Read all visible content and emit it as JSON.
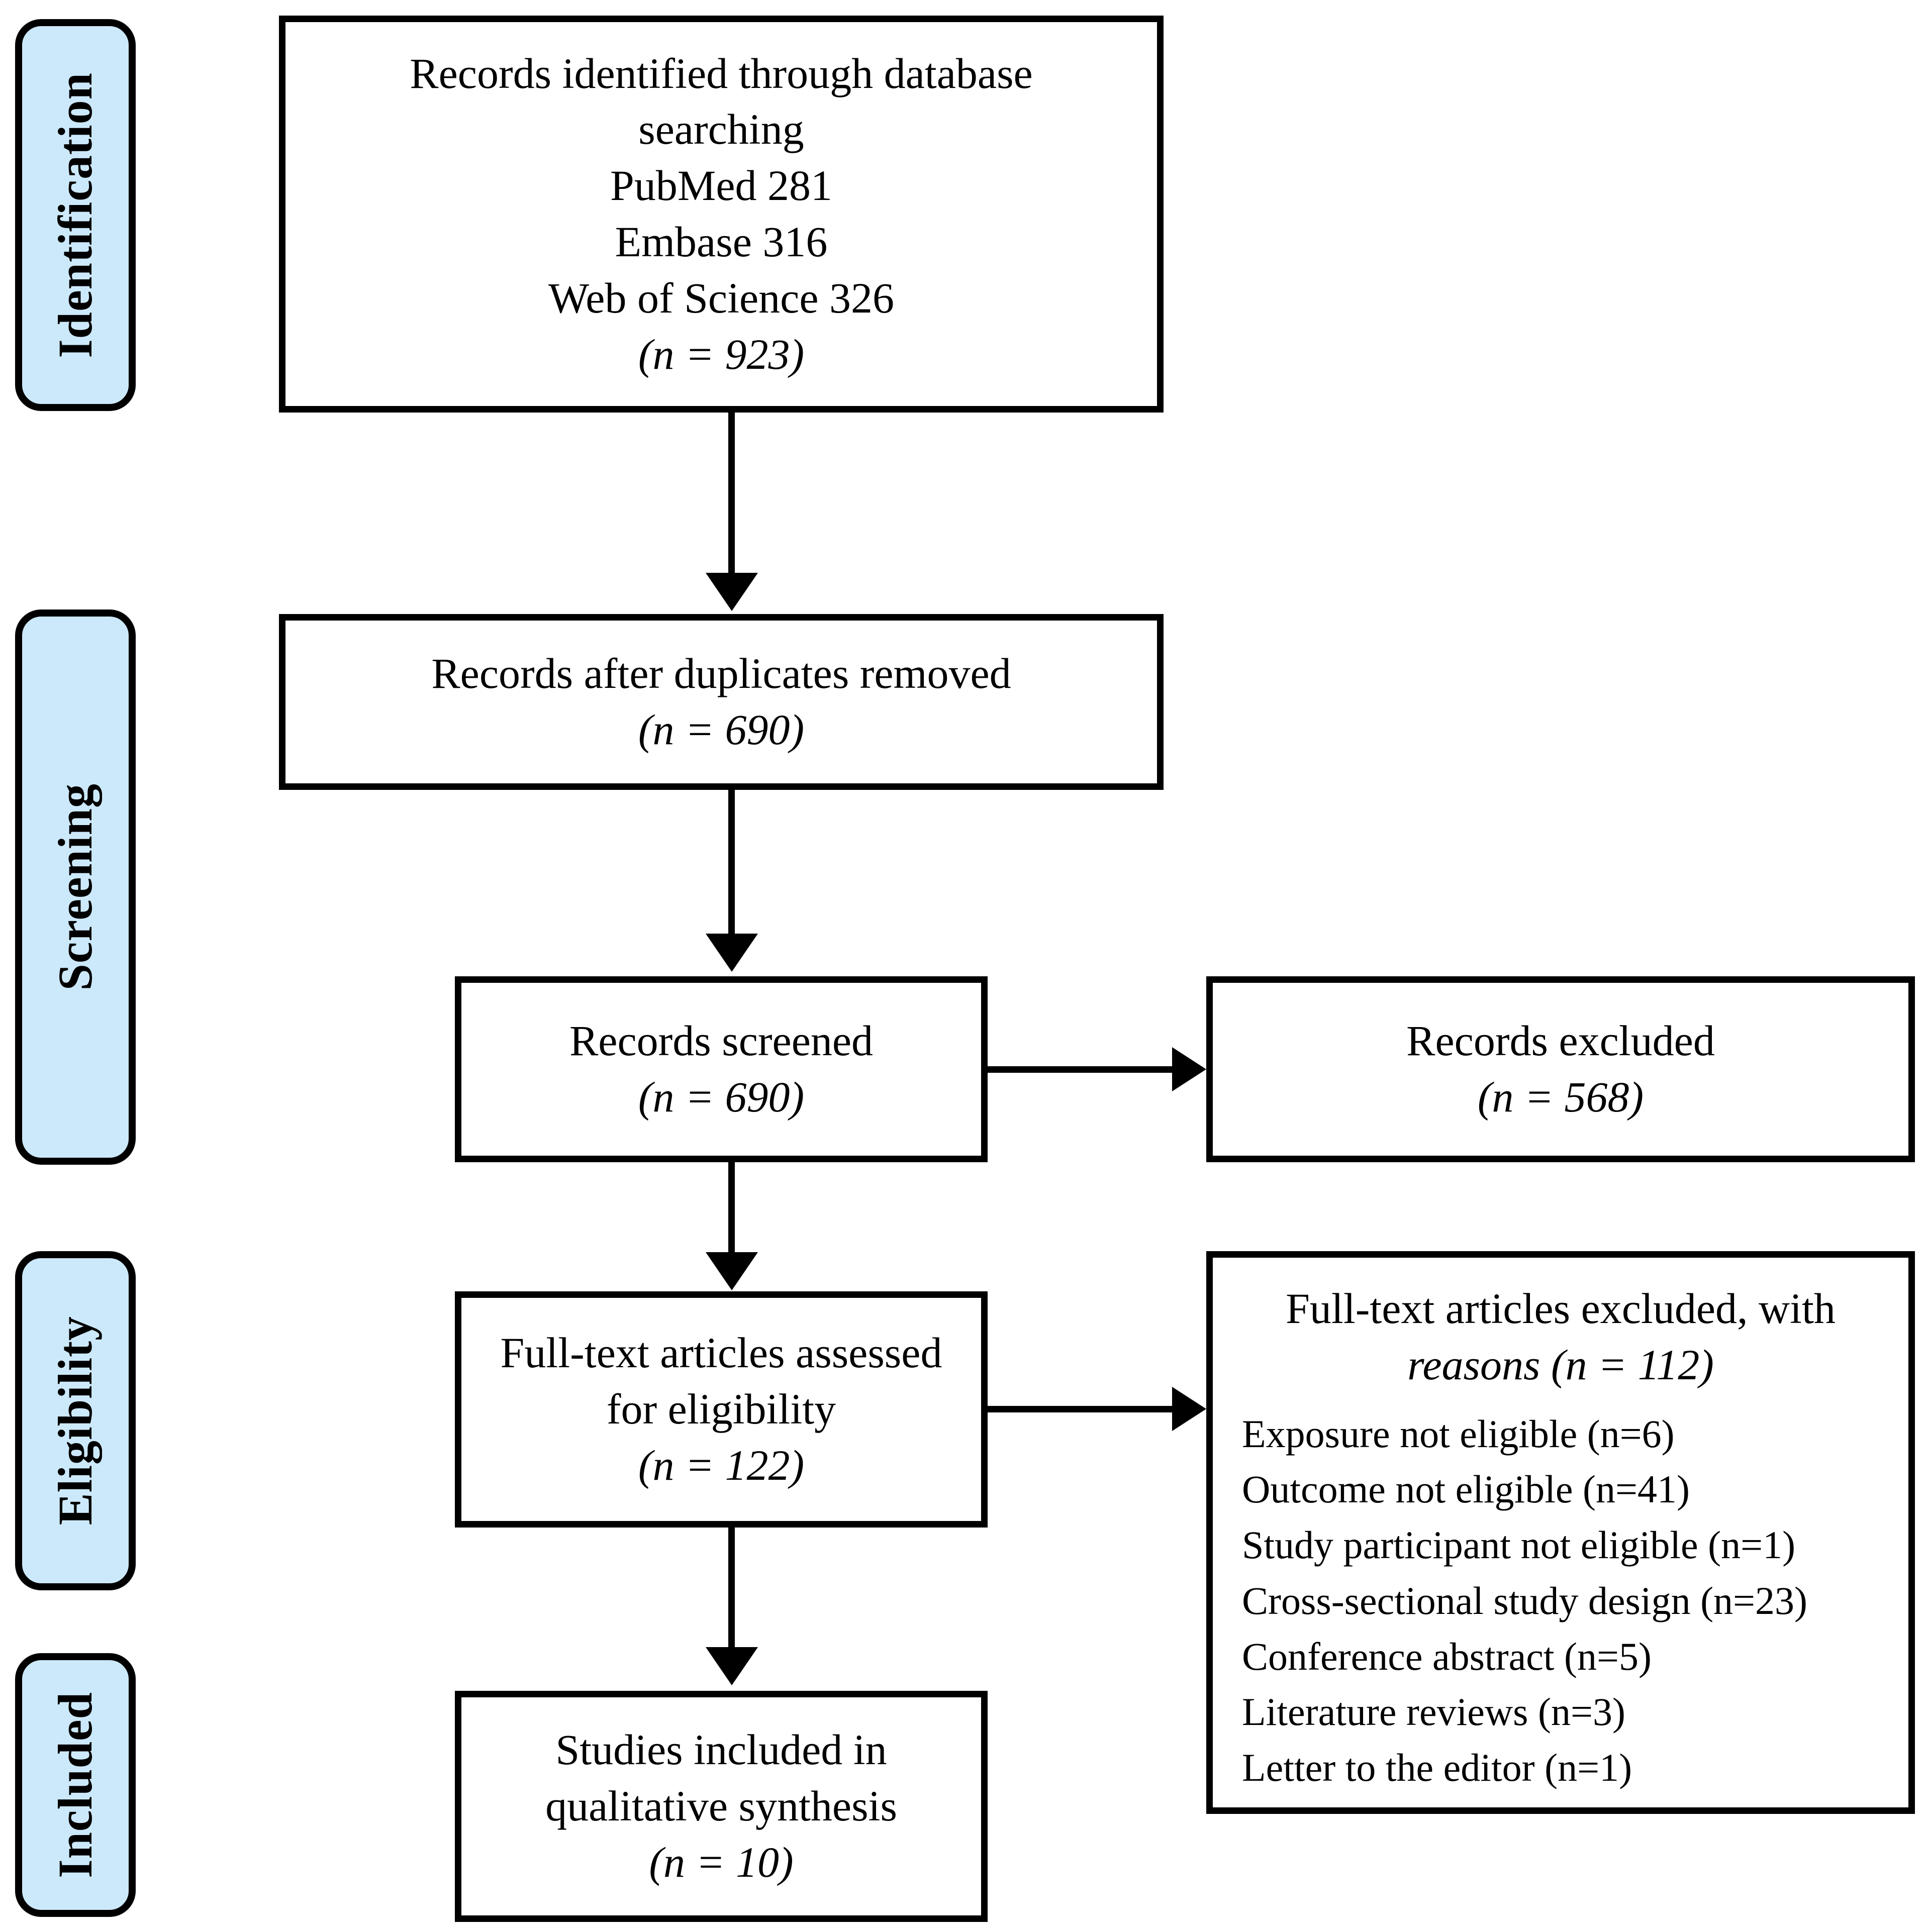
{
  "diagram": {
    "type": "prisma-flow-diagram",
    "accent_color": "#cce9fb",
    "line_color": "#000000",
    "background_color": "#ffffff"
  },
  "stages": [
    {
      "label": "Identification"
    },
    {
      "label": "Screening"
    },
    {
      "label": "Eligibility"
    },
    {
      "label": "Included"
    }
  ],
  "boxes": {
    "identified": {
      "line1": "Records identified through database",
      "line2": "searching",
      "line3": "PubMed 281",
      "line4": "Embase 316",
      "line5": "Web of Science 326",
      "count": "(n = 923)",
      "n_value": 923,
      "sources": [
        {
          "name": "PubMed",
          "count": 281
        },
        {
          "name": "Embase",
          "count": 316
        },
        {
          "name": "Web of Science",
          "count": 326
        }
      ]
    },
    "duplicates_removed": {
      "line1": "Records after duplicates removed",
      "count": "(n = 690)",
      "n_value": 690
    },
    "screened": {
      "line1": "Records screened",
      "count": "(n = 690)",
      "n_value": 690
    },
    "records_excluded": {
      "line1": "Records excluded",
      "count": "(n = 568)",
      "n_value": 568
    },
    "fulltext_assessed": {
      "line1": "Full-text articles assessed",
      "line2": "for eligibility",
      "count": "(n = 122)",
      "n_value": 122
    },
    "fulltext_excluded": {
      "header_line1": "Full-text articles excluded, with",
      "header_line2": "reasons (n = 112)",
      "n_value": 112,
      "reasons": [
        {
          "text": "Exposure not eligible (n=6)",
          "label": "Exposure not eligible",
          "n": 6
        },
        {
          "text": "Outcome not eligible (n=41)",
          "label": "Outcome not eligible",
          "n": 41
        },
        {
          "text": "Study participant not eligible (n=1)",
          "label": "Study participant not eligible",
          "n": 1
        },
        {
          "text": "Cross-sectional study design (n=23)",
          "label": "Cross-sectional study design",
          "n": 23
        },
        {
          "text": "Conference abstract (n=5)",
          "label": "Conference abstract",
          "n": 5
        },
        {
          "text": "Literature reviews (n=3)",
          "label": "Literature reviews",
          "n": 3
        },
        {
          "text": "Letter to the editor (n=1)",
          "label": "Letter to the editor",
          "n": 1
        }
      ]
    },
    "included": {
      "line1": "Studies included in",
      "line2": "qualitative synthesis",
      "count": "(n = 10)",
      "n_value": 10
    }
  }
}
